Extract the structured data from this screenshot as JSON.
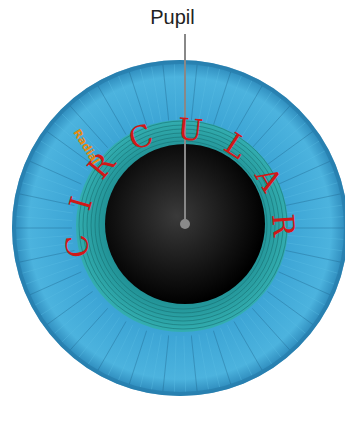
{
  "diagram": {
    "labels": [
      "Pupil",
      "CIRCULAR",
      "Radial"
    ]
  }
}
